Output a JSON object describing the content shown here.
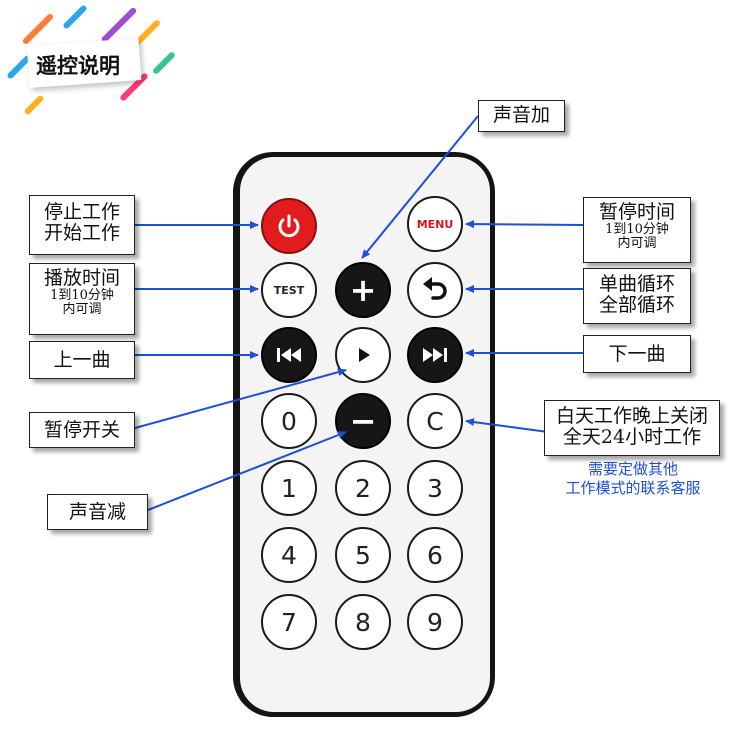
{
  "header": {
    "title": "遥控说明"
  },
  "remote": {
    "power_icon": "power-icon",
    "menu_label": "MENU",
    "test_label": "TEST",
    "plus_label": "+",
    "minus_label": "−",
    "numbers": [
      "0",
      "C",
      "1",
      "2",
      "3",
      "4",
      "5",
      "6",
      "7",
      "8",
      "9"
    ]
  },
  "labels": {
    "volume_up": "声音加",
    "power": [
      "停止工作",
      "开始工作"
    ],
    "pause_time": {
      "title": "暂停时间",
      "note": [
        "1到10分钟",
        "内可调"
      ]
    },
    "play_time": {
      "title": "播放时间",
      "note": [
        "1到10分钟",
        "内可调"
      ]
    },
    "loop": [
      "单曲循环",
      "全部循环"
    ],
    "prev": "上一曲",
    "next": "下一曲",
    "pause_toggle": "暂停开关",
    "day_mode": [
      "白天工作晚上关闭",
      "全天24小时工作"
    ],
    "custom_note": [
      "需要定做其他",
      "工作模式的联系客服"
    ],
    "volume_down": "声音减"
  },
  "colors": {
    "arrow": "#1e4fd8",
    "power_button": "#e21c1c",
    "note_text": "#1f4fd6"
  }
}
